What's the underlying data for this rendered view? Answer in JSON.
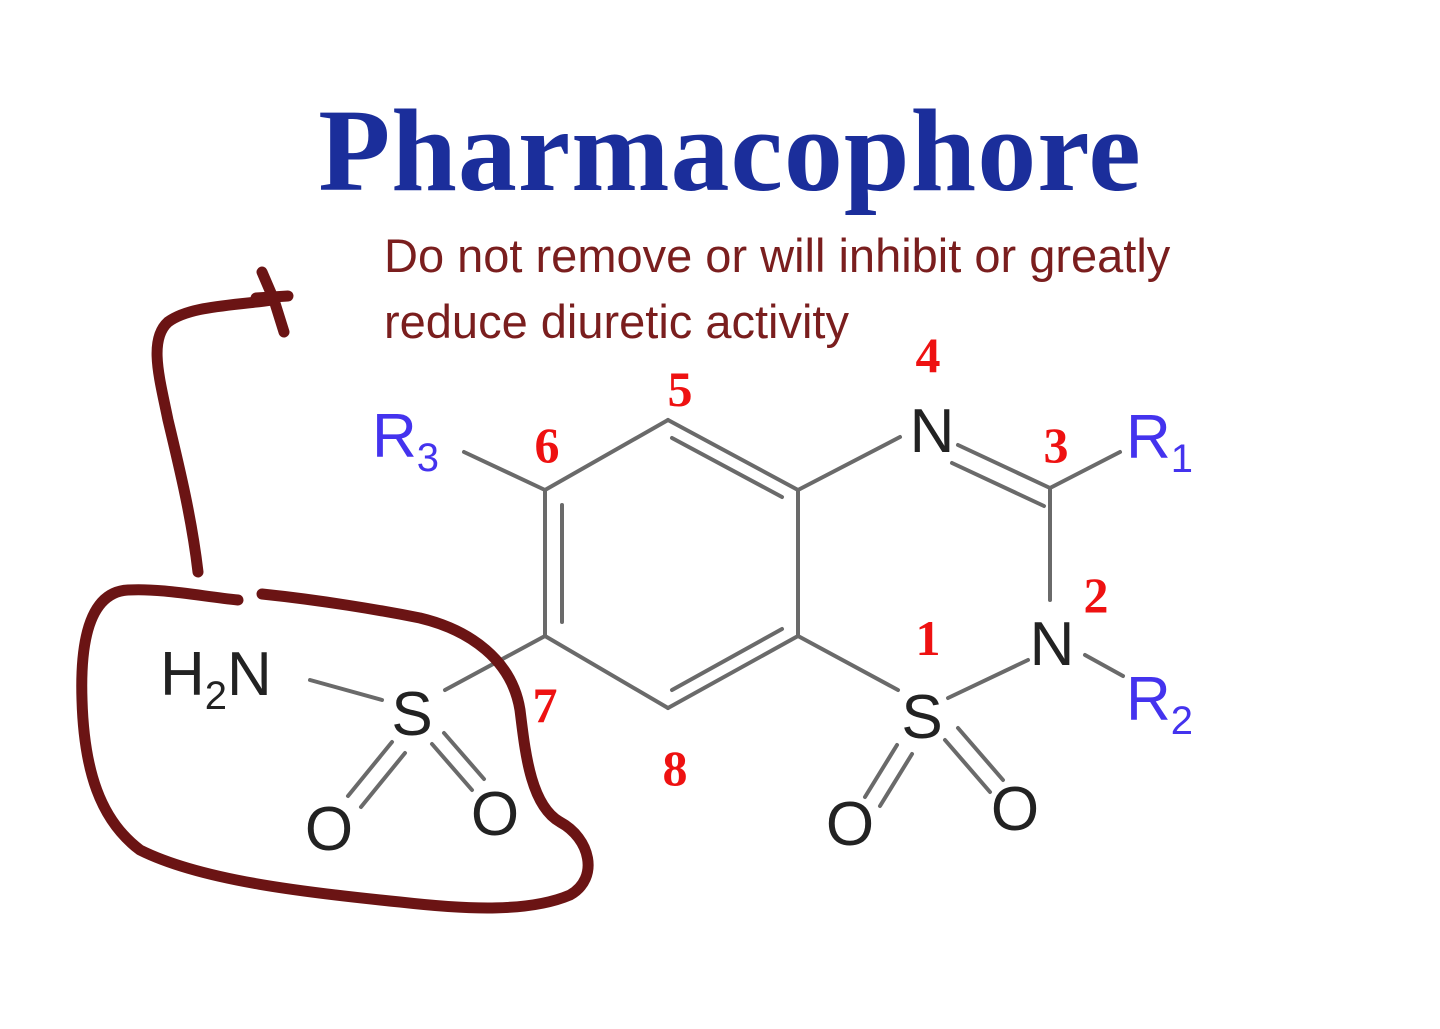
{
  "title": "Pharmacophore",
  "annotation": {
    "line1": "Do not remove or will inhibit or greatly",
    "line2": "reduce diuretic activity"
  },
  "atoms": {
    "n4": "N",
    "n2": "N",
    "s1": "S",
    "s1_o_left": "O",
    "s1_o_right": "O",
    "s_sulfonamide": "S",
    "s_sulfonamide_o_left": "O",
    "s_sulfonamide_o_right": "O",
    "amine_h": "H",
    "amine_sub": "2",
    "amine_n": "N"
  },
  "r_groups": {
    "r1": {
      "letter": "R",
      "sub": "1"
    },
    "r2": {
      "letter": "R",
      "sub": "2"
    },
    "r3": {
      "letter": "R",
      "sub": "3"
    }
  },
  "position_numbers": [
    "1",
    "2",
    "3",
    "4",
    "5",
    "6",
    "7",
    "8"
  ],
  "colors": {
    "title": "#1b2e9b",
    "annotation": "#7a1e1e",
    "r_groups": "#4433ee",
    "position_numbers": "#ee1111",
    "handwriting": "#6b1414",
    "bonds": "#6a6a6a"
  }
}
